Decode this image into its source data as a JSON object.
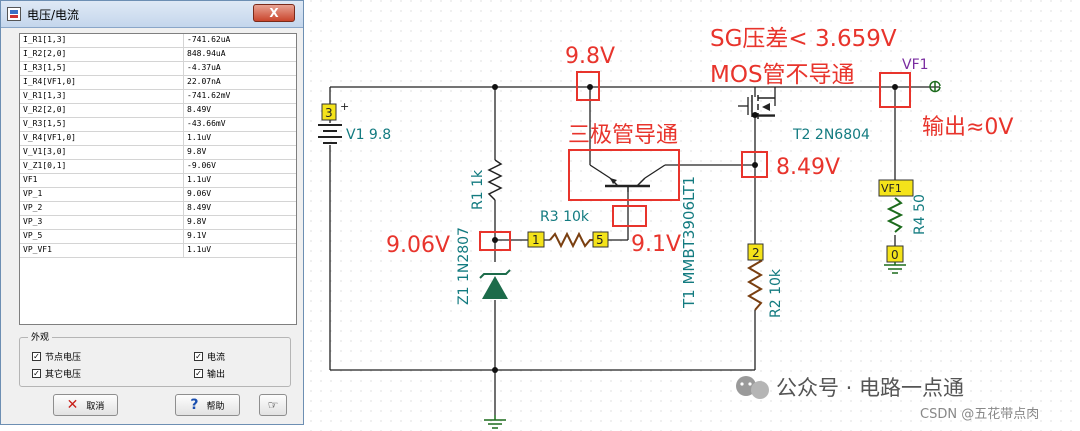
{
  "dialog": {
    "title": "电压/电流",
    "close": "X",
    "rows": [
      {
        "name": "I_R1[1,3]",
        "value": "-741.62uA"
      },
      {
        "name": "I_R2[2,0]",
        "value": "848.94uA"
      },
      {
        "name": "I_R3[1,5]",
        "value": "-4.37uA"
      },
      {
        "name": "I_R4[VF1,0]",
        "value": "22.07nA"
      },
      {
        "name": "V_R1[1,3]",
        "value": "-741.62mV"
      },
      {
        "name": "V_R2[2,0]",
        "value": "8.49V"
      },
      {
        "name": "V_R3[1,5]",
        "value": "-43.66mV"
      },
      {
        "name": "V_R4[VF1,0]",
        "value": "1.1uV"
      },
      {
        "name": "V_V1[3,0]",
        "value": "9.8V"
      },
      {
        "name": "V_Z1[0,1]",
        "value": "-9.06V"
      },
      {
        "name": "VF1",
        "value": "1.1uV"
      },
      {
        "name": "VP_1",
        "value": "9.06V"
      },
      {
        "name": "VP_2",
        "value": "8.49V"
      },
      {
        "name": "VP_3",
        "value": "9.8V"
      },
      {
        "name": "VP_5",
        "value": "9.1V"
      },
      {
        "name": "VP_VF1",
        "value": "1.1uV"
      }
    ],
    "appearance": {
      "label": "外观",
      "node_voltage": "节点电压",
      "current": "电流",
      "other_voltage": "其它电压",
      "output": "输出"
    },
    "buttons": {
      "cancel": "取消",
      "help": "帮助"
    }
  },
  "schematic": {
    "v1_label": "V1 9.8",
    "r1_label": "R1 1k",
    "r2_label": "R2 10k",
    "r3_label": "R3 10k",
    "r4_label": "R4 50",
    "z1_label": "Z1 1N2807",
    "t1_label": "T1 MMBT3906LT1",
    "t2_label": "T2 2N6804",
    "vf1_label": "VF1",
    "vf1_tag": "VF1",
    "node1": "1",
    "node2": "2",
    "node3": "3",
    "node5": "5",
    "node0": "0",
    "plus": "+"
  },
  "annotations": {
    "v_top": "9.8V",
    "sg": "SG压差< 3.659V",
    "mos": "MOS管不导通",
    "bjt": "三极管导通",
    "v849": "8.49V",
    "v906": "9.06V",
    "v91": "9.1V",
    "out": "输出≈0V"
  },
  "watermark": {
    "main": "公众号 · 电路一点通",
    "sub": "CSDN @五花带点肉"
  }
}
